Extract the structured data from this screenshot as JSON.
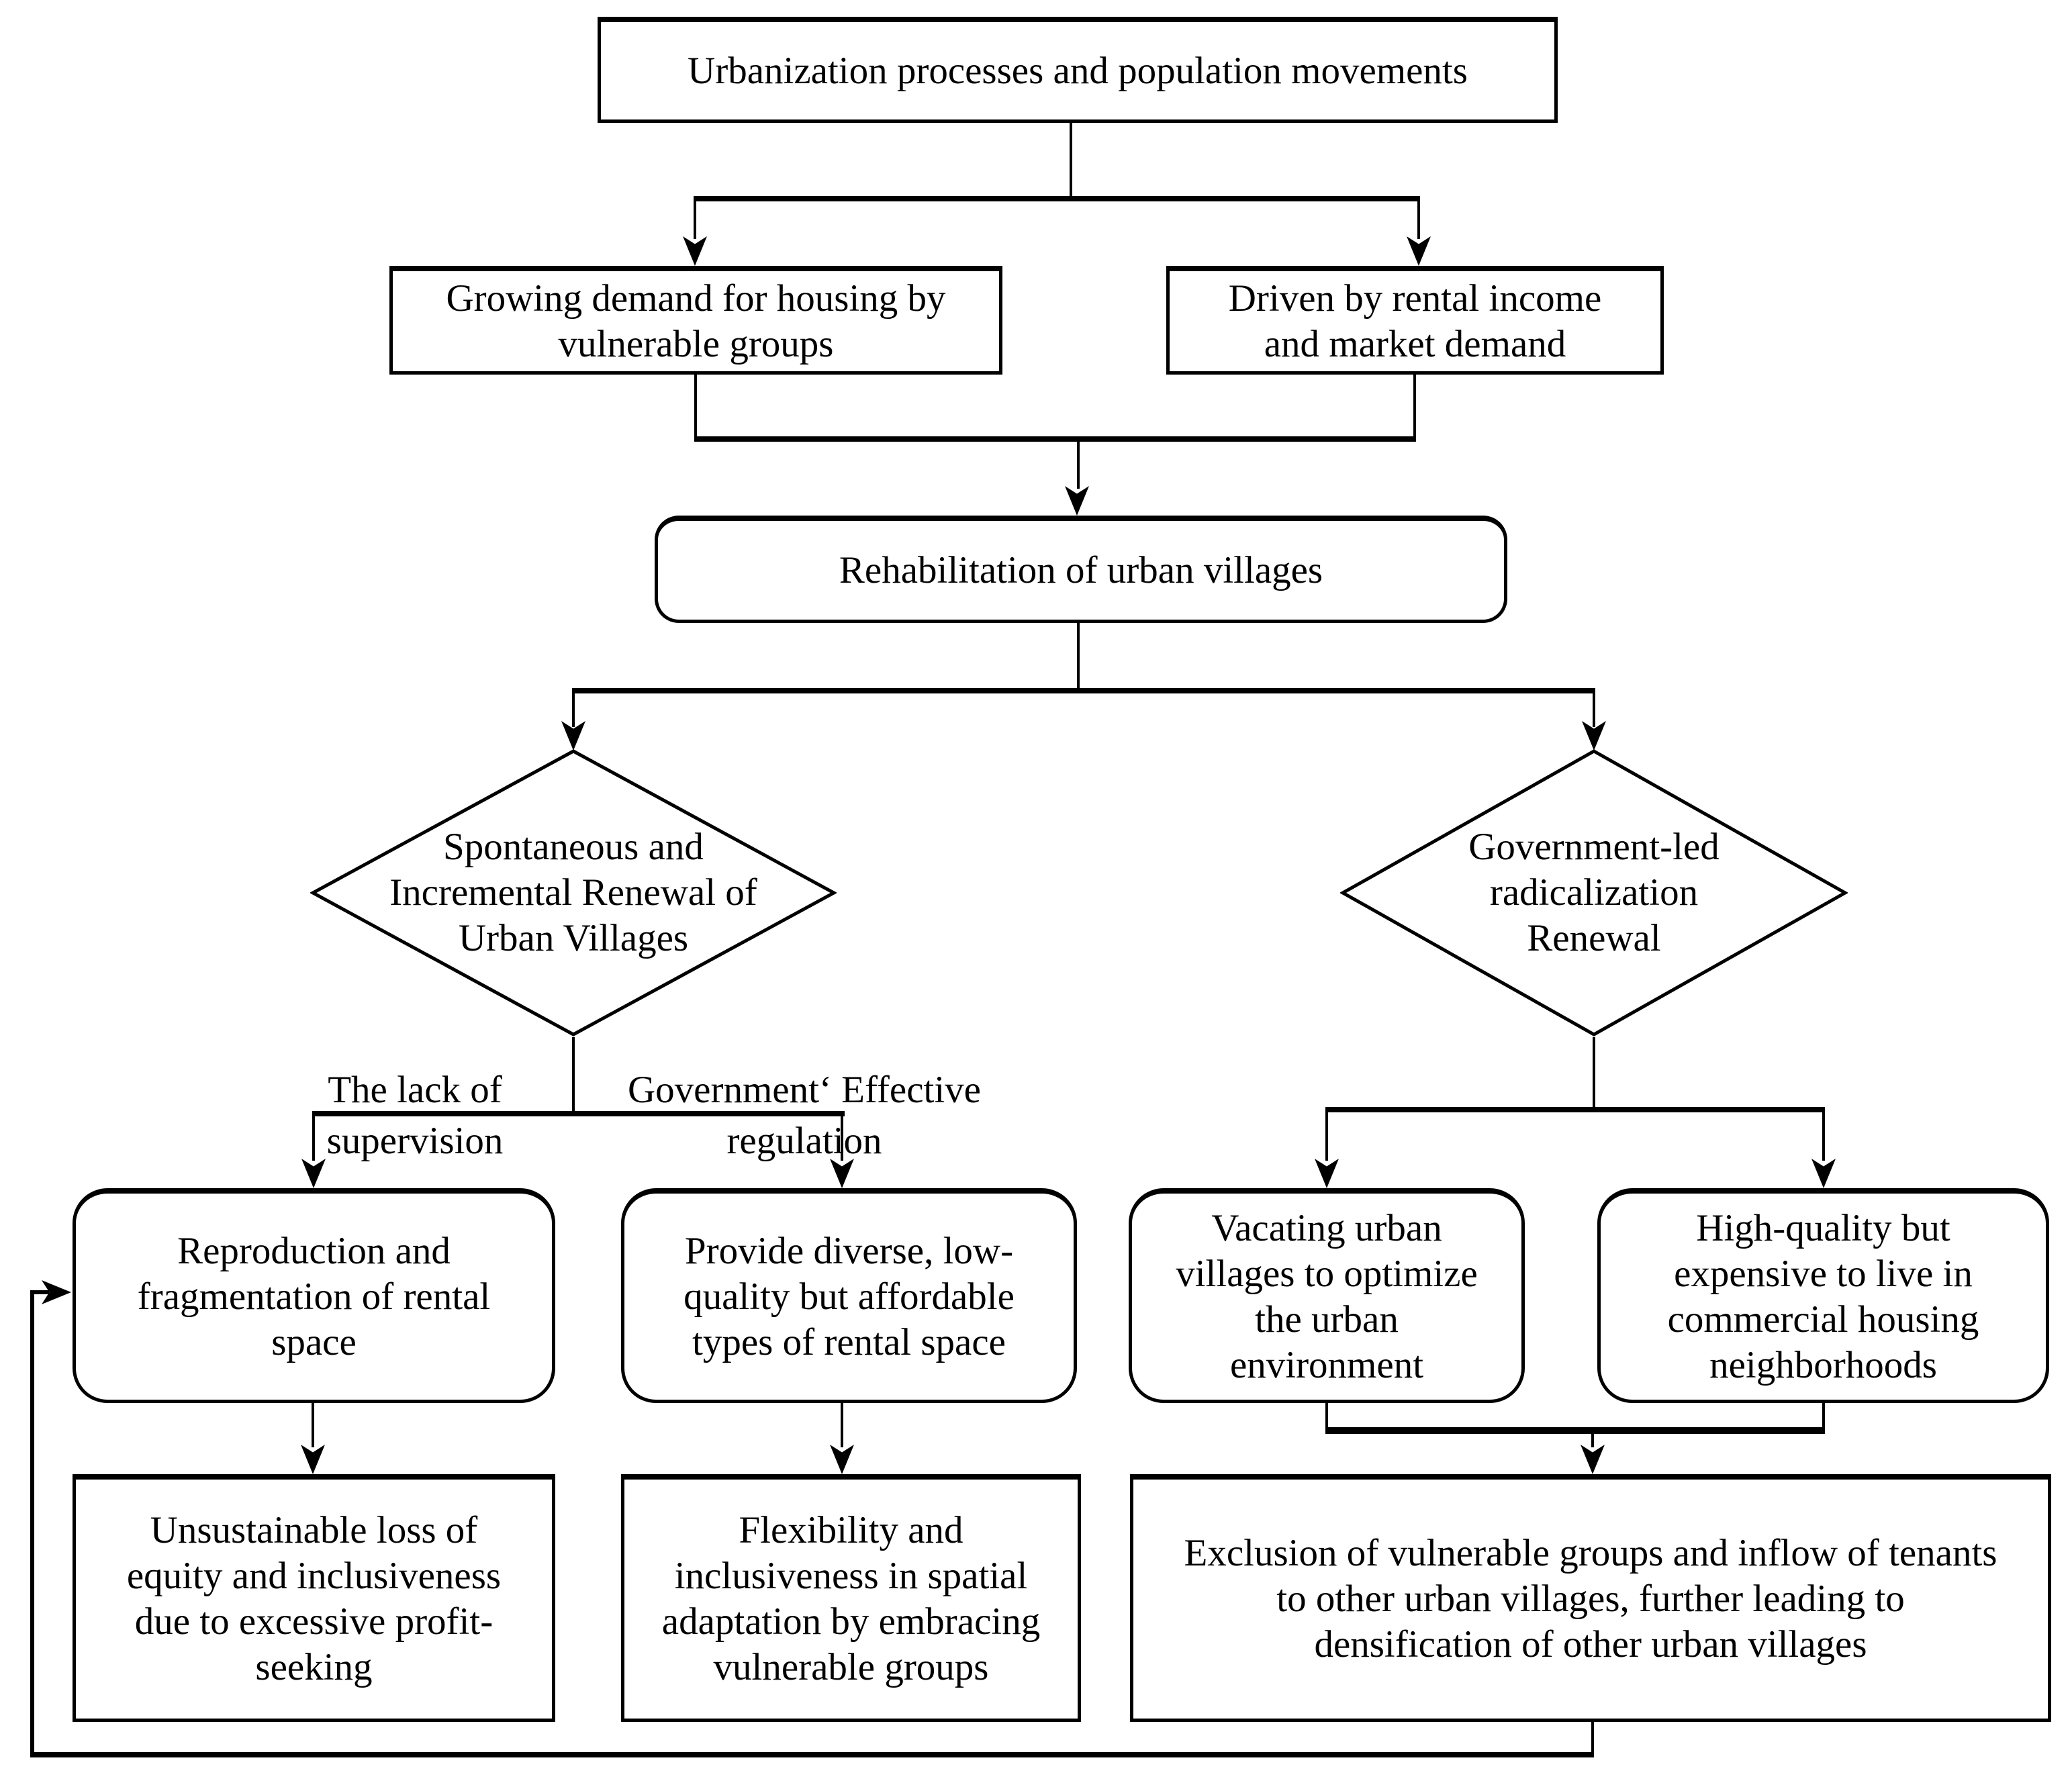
{
  "colors": {
    "ink": "#000000",
    "paper": "#ffffff"
  },
  "nodes": {
    "urbanization": {
      "text": "Urbanization processes and population movements"
    },
    "growing_demand": {
      "text": "Growing demand for housing by\nvulnerable groups"
    },
    "rental_income": {
      "text": "Driven by rental income\nand market demand"
    },
    "rehabilitation": {
      "text": "Rehabilitation of urban villages"
    },
    "spontaneous_renewal": {
      "text": "Spontaneous and\nIncremental Renewal of\nUrban Villages"
    },
    "government_led": {
      "text": "Government-led\nradicalization\nRenewal"
    },
    "reproduction": {
      "text": "Reproduction and\nfragmentation of rental\nspace"
    },
    "provide_diverse": {
      "text": "Provide diverse, low-\nquality but affordable\ntypes of rental space"
    },
    "vacating": {
      "text": "Vacating urban\nvillages to optimize\nthe urban\nenvironment"
    },
    "high_quality": {
      "text": "High-quality but\nexpensive to live in\ncommercial housing\nneighborhoods"
    },
    "unsustainable": {
      "text": "Unsustainable loss of\nequity and inclusiveness\ndue to excessive profit-\nseeking"
    },
    "flexibility": {
      "text": "Flexibility and\ninclusiveness in spatial\nadaptation by embracing\nvulnerable groups"
    },
    "exclusion": {
      "text": "Exclusion of vulnerable groups and inflow of tenants\nto other urban villages, further leading to\ndensification of other urban villages"
    }
  },
  "edge_labels": {
    "lack_supervision": {
      "text": "The lack of\nsupervision"
    },
    "effective_regulation": {
      "text": "Government‘ Effective\nregulation"
    }
  }
}
